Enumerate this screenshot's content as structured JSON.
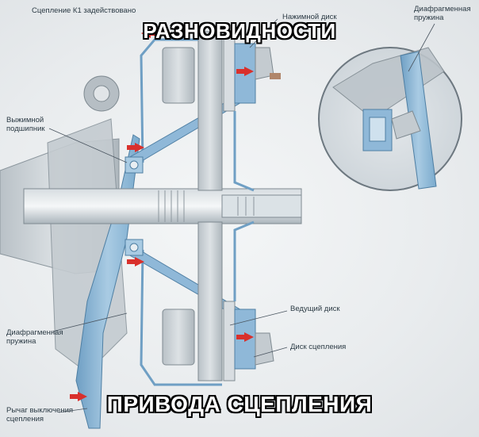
{
  "overlay": {
    "title_top": "РАЗНОВИДНОСТИ",
    "title_bottom": "ПРИВОДА СЦЕПЛЕНИЯ"
  },
  "diagram": {
    "header_label": "Сцепление К1 задействовано",
    "labels": {
      "pressure_plate": "Нажимной диск",
      "diaphragm_spring_inset_line1": "Диафрагменная",
      "diaphragm_spring_inset_line2": "пружина",
      "release_bearing_line1": "Выжимной",
      "release_bearing_line2": "подшипник",
      "diaphragm_spring_left_line1": "Диафрагменная",
      "diaphragm_spring_left_line2": "пружина",
      "release_lever_line1": "Рычаг выключения",
      "release_lever_line2": "сцепления",
      "drive_disc": "Ведущий диск",
      "clutch_disc": "Диск сцепления"
    },
    "colors": {
      "spring_blue": "#8fb8d8",
      "part_grey": "#c9d0d5",
      "arrow_red": "#d9302c"
    }
  }
}
